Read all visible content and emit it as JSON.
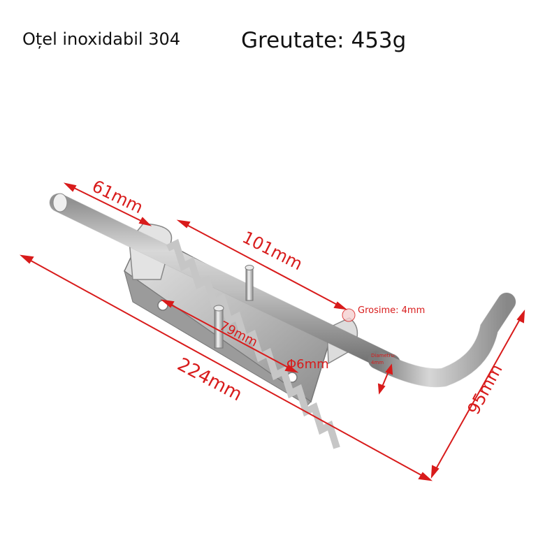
{
  "header": {
    "material": "Oțel inoxidabil 304",
    "weight": "Greutate: 453g"
  },
  "dimensions": {
    "pin_end": "61mm",
    "spring": "101mm",
    "total_length": "224mm",
    "base": "79mm",
    "hole": "Φ6mm",
    "height": "95mm",
    "thickness": "Grosime: 4mm",
    "diameter_caption": "Diametru:",
    "diameter_value": "4mm"
  },
  "colors": {
    "dimension": "#d81b1b",
    "metal_light": "#f2f2f2",
    "metal_dark": "#8a8a8a"
  }
}
